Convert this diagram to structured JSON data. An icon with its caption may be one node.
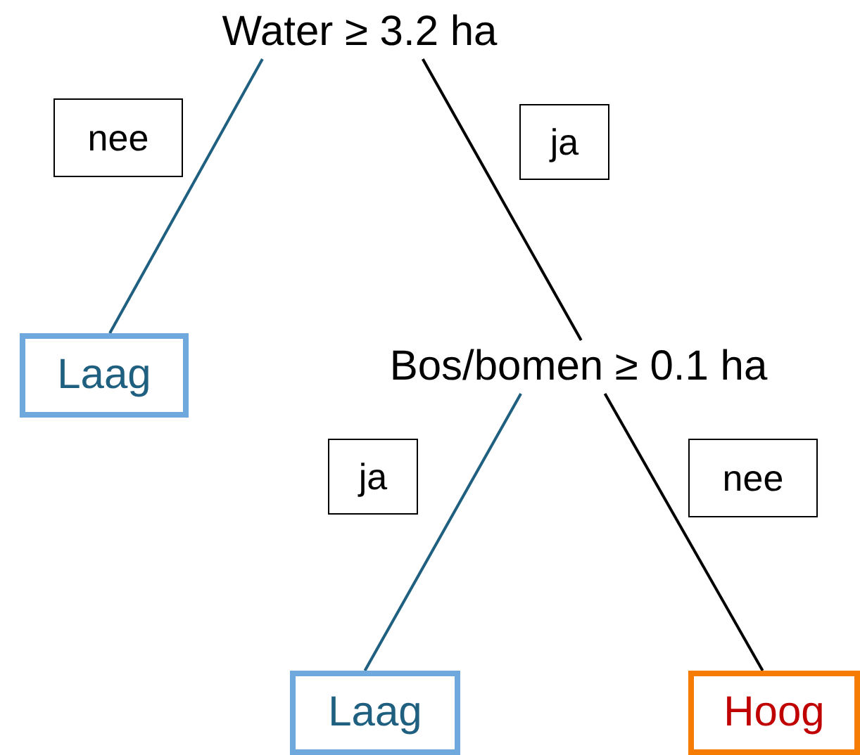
{
  "diagram": {
    "nodes": [
      {
        "text": [
          "Water ≥ 3.2 ha"
        ]
      },
      {
        "text": [
          "Laag"
        ]
      },
      {
        "text": [
          "Bos/bomen ≥ 0.1 ha"
        ]
      },
      {
        "text": [
          "Laag"
        ]
      },
      {
        "text": [
          "Hoog"
        ]
      }
    ],
    "edges": [
      {
        "from": 0,
        "to": 1,
        "arrow": "none",
        "label": "nee",
        "color": "#1f5f7f"
      },
      {
        "from": 0,
        "to": 2,
        "arrow": "none",
        "label": "ja",
        "color": "#000000"
      },
      {
        "from": 2,
        "to": 3,
        "arrow": "none",
        "label": "ja",
        "color": "#1f5f7f"
      },
      {
        "from": 2,
        "to": 4,
        "arrow": "none",
        "label": "nee",
        "color": "#000000"
      }
    ]
  }
}
